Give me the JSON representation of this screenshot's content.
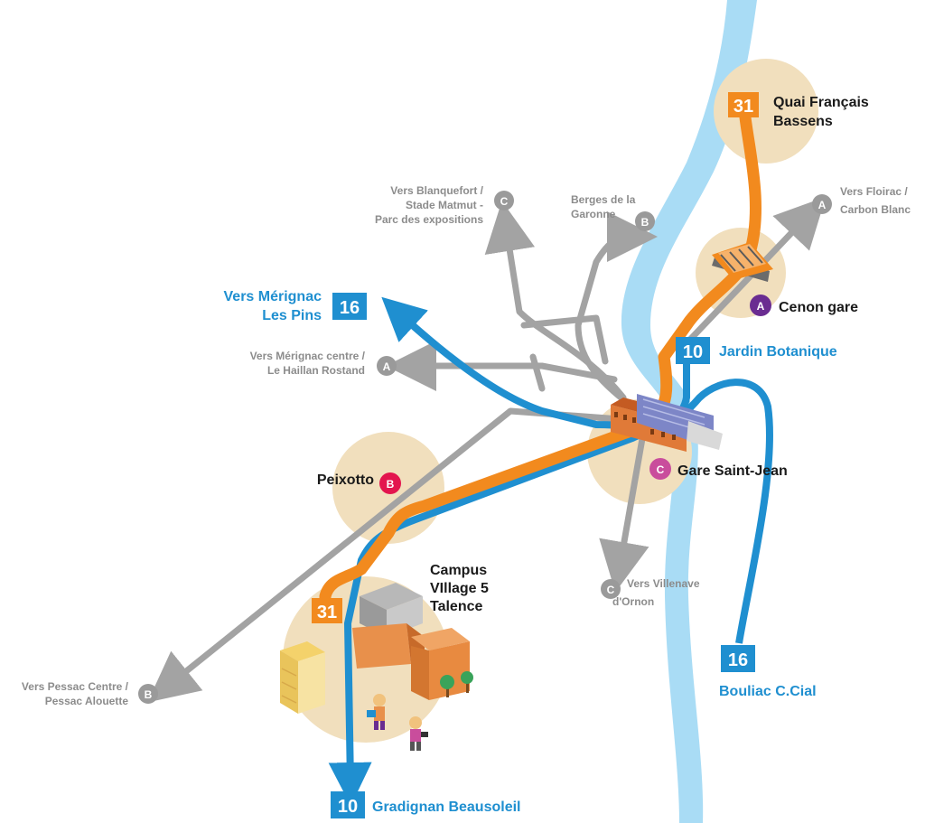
{
  "colors": {
    "river": "#a9dcf5",
    "orange_line": "#f28a1e",
    "blue_line": "#1f8fd0",
    "gray_line": "#a3a3a3",
    "zone": "#f1dfbd",
    "tram_a": "#6a2c91",
    "tram_b": "#e3154e",
    "tram_c": "#c94d9c",
    "tram_gray": "#9a9a9a"
  },
  "lines": {
    "l31": "31",
    "l16": "16",
    "l10": "10"
  },
  "tram": {
    "a": "A",
    "b": "B",
    "c": "C"
  },
  "stops": {
    "quai_francais": [
      "Quai Français",
      "Bassens"
    ],
    "cenon_gare": "Cenon gare",
    "jardin_botanique": "Jardin Botanique",
    "gare_saint_jean": "Gare Saint-Jean",
    "peixotto": "Peixotto",
    "campus": [
      "Campus",
      "VIllage 5",
      "Talence"
    ],
    "bouliac": "Bouliac C.Cial",
    "gradignan": "Gradignan Beausoleil",
    "vers_merignac_pins": [
      "Vers Mérignac",
      "Les Pins"
    ]
  },
  "destinations": {
    "blanquefort": [
      "Vers Blanquefort /",
      "Stade Matmut -",
      "Parc des expositions"
    ],
    "berges": [
      "Berges de la",
      "Garonne"
    ],
    "floirac": [
      "Vers Floirac /",
      "Carbon Blanc"
    ],
    "merignac_centre": [
      "Vers Mérignac centre /",
      "Le Haillan Rostand"
    ],
    "villenave": [
      "Vers Villenave",
      "d'Ornon"
    ],
    "pessac": [
      "Vers Pessac Centre /",
      "Pessac Alouette"
    ]
  },
  "icons": [
    "station-building-icon",
    "cenon-station-icon",
    "campus-buildings-icon",
    "student-figure-icon",
    "tree-icon",
    "arrow-head-icon"
  ]
}
